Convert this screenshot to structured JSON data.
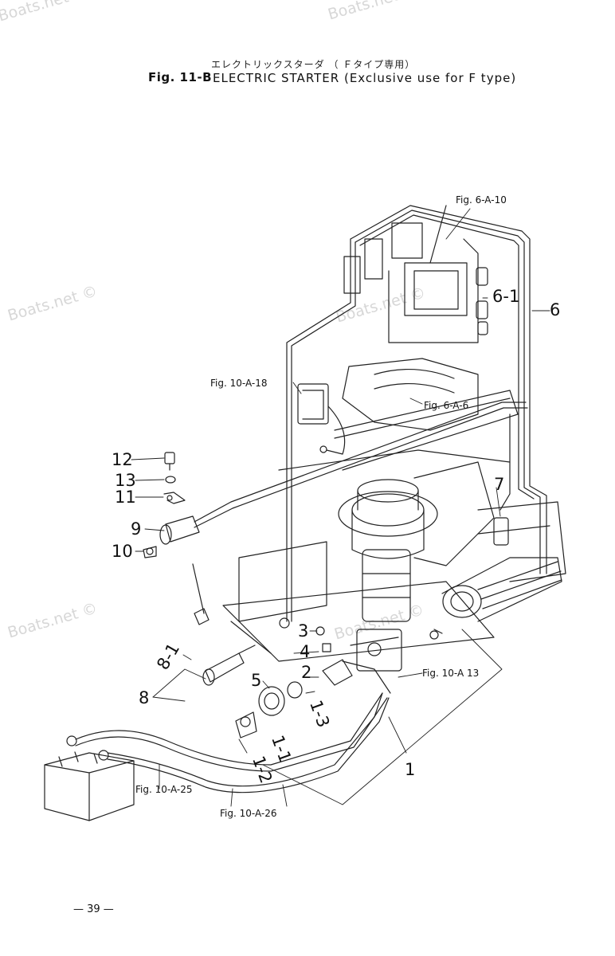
{
  "header": {
    "title_jp": "エレクトリックスターダ （ Ｆタイプ専用）",
    "fig_label": "Fig. 11-B",
    "title": "ELECTRIC STARTER (Exclusive use for F type)"
  },
  "watermarks": [
    "Boats.net ©",
    "Boats.net ©",
    "Boats.net ©",
    "Boats.net ©",
    "Boats.net ©",
    "Boats.net ©"
  ],
  "references": {
    "fig_6a10": "Fig. 6-A-10",
    "fig_10a18": "Fig. 10-A-18",
    "fig_6a6": "Fig. 6-A-6",
    "fig_10a13": "Fig. 10-A 13",
    "fig_10a25": "Fig. 10-A-25",
    "fig_10a26": "Fig. 10-A-26"
  },
  "part_numbers": {
    "p1": "1",
    "p1_1": "1-1",
    "p1_2": "1-2",
    "p1_3": "1-3",
    "p2": "2",
    "p3": "3",
    "p4": "4",
    "p5": "5",
    "p6": "6",
    "p6_1": "6-1",
    "p7": "7",
    "p8": "8",
    "p8_1": "8-1",
    "p9": "9",
    "p10": "10",
    "p11": "11",
    "p12": "12",
    "p13": "13"
  },
  "footer": {
    "page": "— 39 —"
  }
}
